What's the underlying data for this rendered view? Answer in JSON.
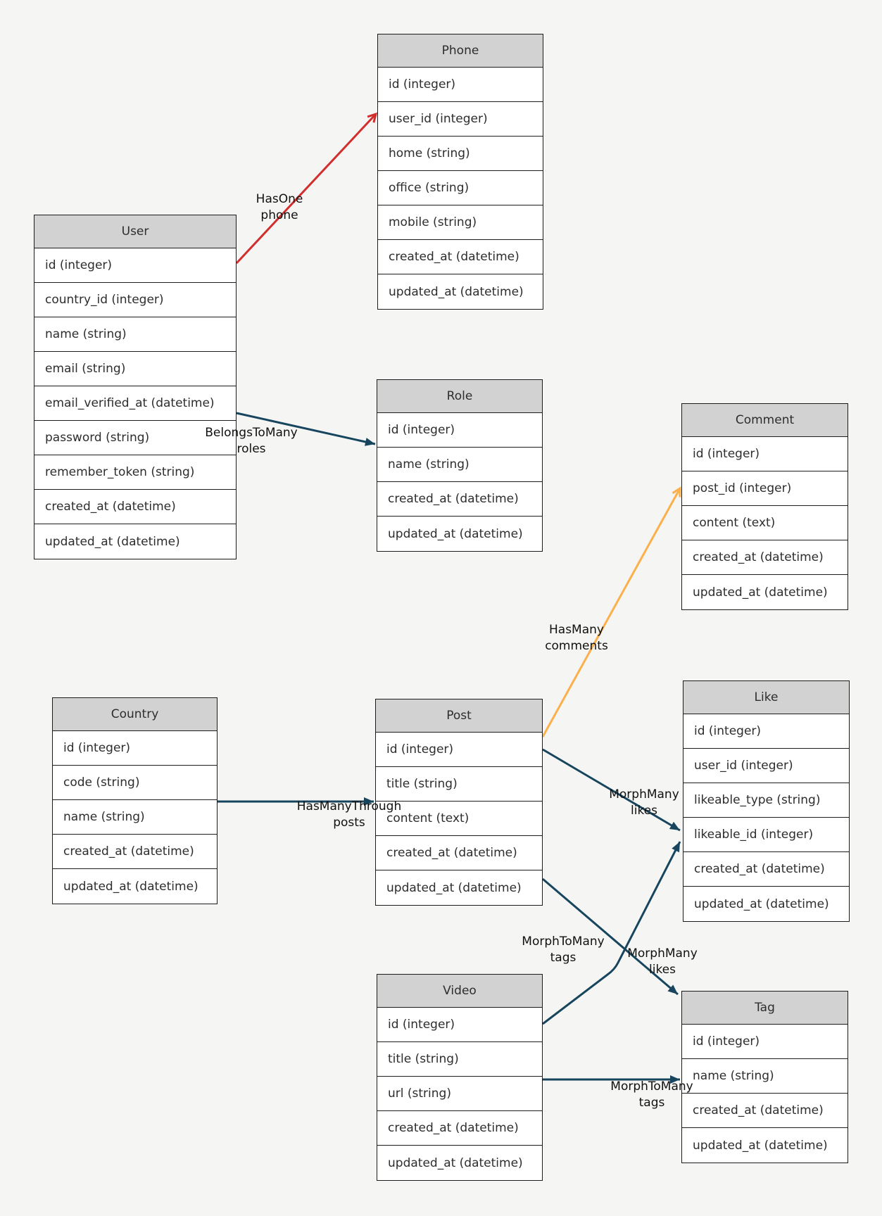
{
  "diagram": {
    "colors": {
      "background": "#f5f5f4",
      "header_fill": "#d2d2d2",
      "row_fill": "#ffffff",
      "border": "#1c1c1c",
      "text": "#2d2d2d",
      "edge_red": "#d12e2e",
      "edge_orange": "#fbb04b",
      "edge_navy": "#17455e"
    },
    "entities": [
      {
        "title": "Phone",
        "fields": [
          "id (integer)",
          "user_id (integer)",
          "home (string)",
          "office (string)",
          "mobile (string)",
          "created_at (datetime)",
          "updated_at (datetime)"
        ]
      },
      {
        "title": "User",
        "fields": [
          "id (integer)",
          "country_id (integer)",
          "name (string)",
          "email (string)",
          "email_verified_at (datetime)",
          "password (string)",
          "remember_token (string)",
          "created_at (datetime)",
          "updated_at (datetime)"
        ]
      },
      {
        "title": "Role",
        "fields": [
          "id (integer)",
          "name (string)",
          "created_at (datetime)",
          "updated_at (datetime)"
        ]
      },
      {
        "title": "Comment",
        "fields": [
          "id (integer)",
          "post_id (integer)",
          "content (text)",
          "created_at (datetime)",
          "updated_at (datetime)"
        ]
      },
      {
        "title": "Country",
        "fields": [
          "id (integer)",
          "code (string)",
          "name (string)",
          "created_at (datetime)",
          "updated_at (datetime)"
        ]
      },
      {
        "title": "Post",
        "fields": [
          "id (integer)",
          "title (string)",
          "content (text)",
          "created_at (datetime)",
          "updated_at (datetime)"
        ]
      },
      {
        "title": "Like",
        "fields": [
          "id (integer)",
          "user_id (integer)",
          "likeable_type (string)",
          "likeable_id (integer)",
          "created_at (datetime)",
          "updated_at (datetime)"
        ]
      },
      {
        "title": "Video",
        "fields": [
          "id (integer)",
          "title (string)",
          "url (string)",
          "created_at (datetime)",
          "updated_at (datetime)"
        ]
      },
      {
        "title": "Tag",
        "fields": [
          "id (integer)",
          "name (string)",
          "created_at (datetime)",
          "updated_at (datetime)"
        ]
      }
    ],
    "relationships": [
      {
        "from": "User",
        "to": "Phone",
        "type": "HasOne",
        "property": "phone",
        "color": "#d12e2e"
      },
      {
        "from": "User",
        "to": "Role",
        "type": "BelongsToMany",
        "property": "roles",
        "color": "#17455e"
      },
      {
        "from": "Post",
        "to": "Comment",
        "type": "HasMany",
        "property": "comments",
        "color": "#fbb04b"
      },
      {
        "from": "Country",
        "to": "Post",
        "type": "HasManyThrough",
        "property": "posts",
        "color": "#17455e"
      },
      {
        "from": "Post",
        "to": "Like",
        "type": "MorphMany",
        "property": "likes",
        "color": "#17455e"
      },
      {
        "from": "Post",
        "to": "Tag",
        "type": "MorphToMany",
        "property": "tags",
        "color": "#17455e"
      },
      {
        "from": "Video",
        "to": "Like",
        "type": "MorphMany",
        "property": "likes",
        "color": "#17455e"
      },
      {
        "from": "Video",
        "to": "Tag",
        "type": "MorphToMany",
        "property": "tags",
        "color": "#17455e"
      }
    ]
  }
}
